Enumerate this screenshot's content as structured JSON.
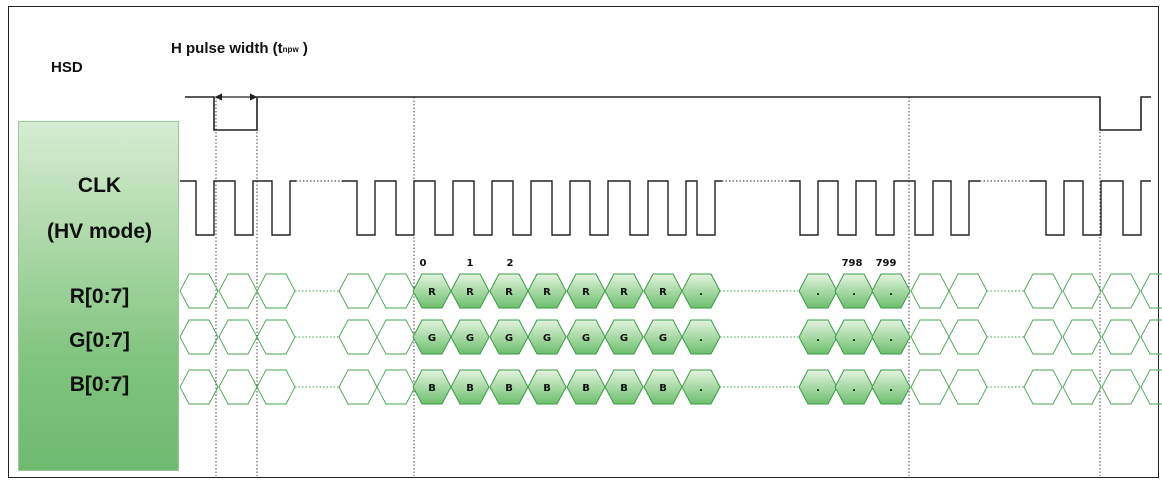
{
  "labels": {
    "hsd": "HSD",
    "pulse_width": "H pulse width (t",
    "pulse_width_sub": "npw",
    "pulse_width_close": " )",
    "clk": "CLK",
    "hv_mode": "(HV mode)",
    "r": "R[0:7]",
    "g": "G[0:7]",
    "b": "B[0:7]"
  },
  "pixel_indices": [
    "0",
    "1",
    "2",
    "798",
    "799"
  ],
  "channels": [
    {
      "key": "r",
      "letters": [
        "R",
        "R",
        "R",
        "R",
        "R",
        "R",
        "R",
        "."
      ]
    },
    {
      "key": "g",
      "letters": [
        "G",
        "G",
        "G",
        "G",
        "G",
        "G",
        "G",
        "."
      ]
    },
    {
      "key": "b",
      "letters": [
        "B",
        "B",
        "B",
        "B",
        "B",
        "B",
        "B",
        "."
      ]
    }
  ],
  "colors": {
    "cell_fill_top": "#e4f4e0",
    "cell_fill_bottom": "#6cbf6c",
    "cell_stroke": "#3c9a4a",
    "empty_stroke": "#4aa356",
    "waveform": "#222222",
    "dotted_line": "#444444"
  }
}
